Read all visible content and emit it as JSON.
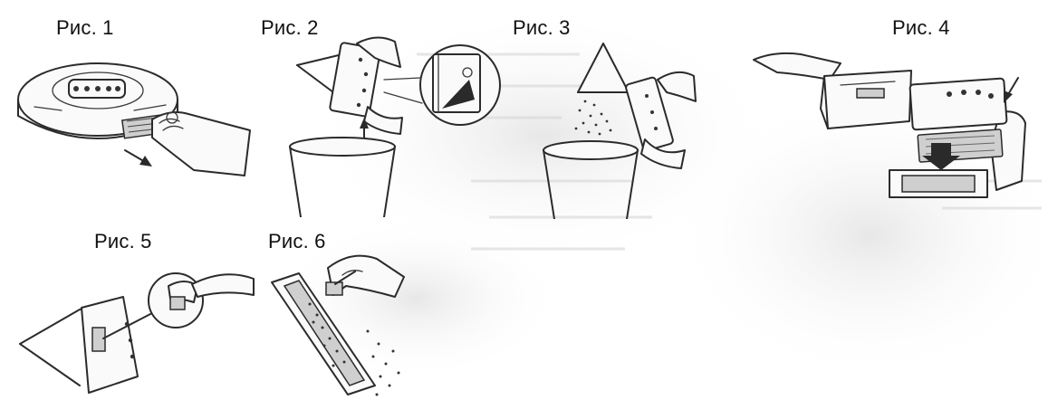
{
  "figures": [
    {
      "id": "fig1",
      "caption": "Рис. 1"
    },
    {
      "id": "fig2",
      "caption": "Рис. 2"
    },
    {
      "id": "fig3",
      "caption": "Рис. 3"
    },
    {
      "id": "fig4",
      "caption": "Рис. 4"
    },
    {
      "id": "fig5",
      "caption": "Рис. 5"
    },
    {
      "id": "fig6",
      "caption": "Рис. 6"
    }
  ],
  "colors": {
    "line": "#2b2b2b",
    "background_haze": "#d9d9d9",
    "filter_fill": "#cfcfcf"
  }
}
